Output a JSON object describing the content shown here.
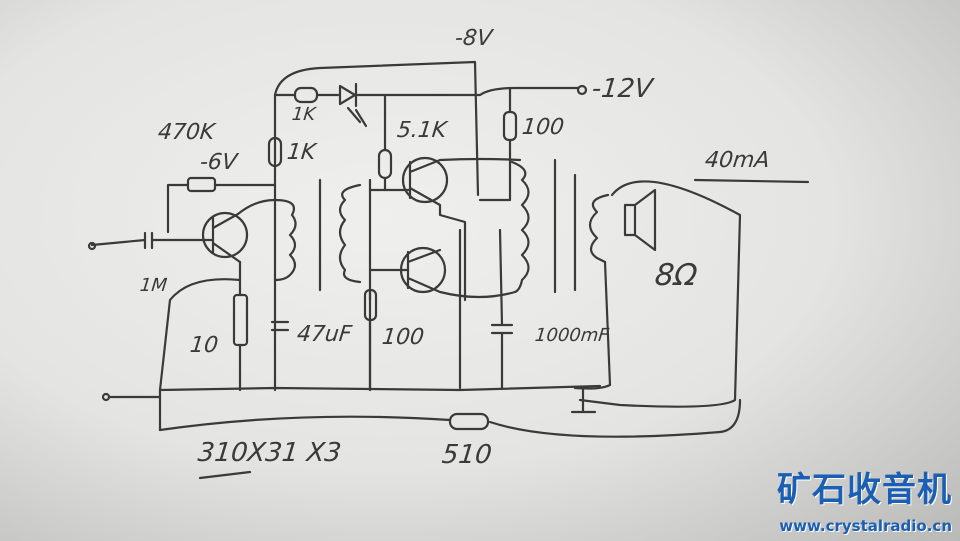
{
  "labels": {
    "supply_mid": "-8V",
    "supply_main": "-12V",
    "led_resistor": "1K",
    "bias_resistor_top": "1K",
    "base_resistor": "470K",
    "collector_voltage": "-6V",
    "driver_bias": "5.1K",
    "supply_resistor": "100",
    "current": "40mA",
    "input_cap": "1M",
    "emitter_resistor": "10",
    "decoupling_cap": "47uF",
    "driver_resistor": "100",
    "filter_cap": "1000mF",
    "speaker_impedance": "8Ω",
    "transformer_note": "310X31 X3",
    "feedback_resistor": "510"
  },
  "watermark": {
    "title": "矿石收音机",
    "url": "www.crystalradio.cn"
  }
}
